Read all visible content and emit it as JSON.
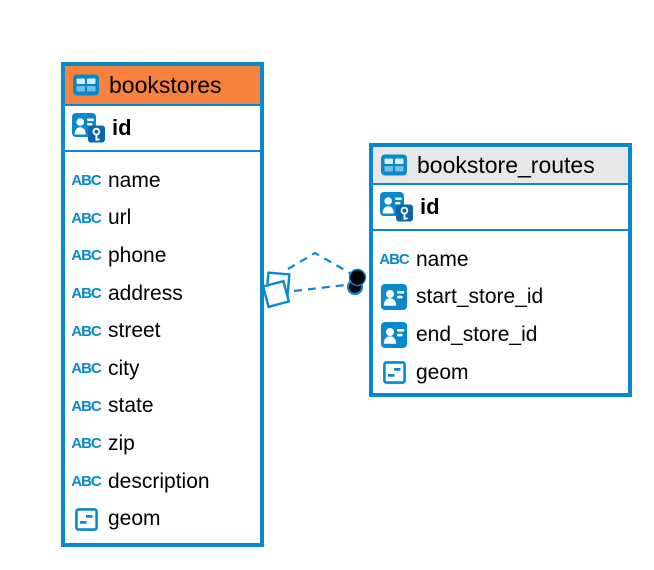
{
  "colors": {
    "blue": "#0989CD",
    "darkblue": "#0A66A8",
    "orange": "#F6823E",
    "gray": "#E7E7E7",
    "black": "#000000"
  },
  "icons": {
    "text_label": "ABC"
  },
  "tables": [
    {
      "title": "bookstores",
      "header_color": "#F6823E",
      "columns": [
        {
          "name": "id",
          "icon": "person-key-icon"
        },
        {
          "name": "name",
          "icon": "text-icon"
        },
        {
          "name": "url",
          "icon": "text-icon"
        },
        {
          "name": "phone",
          "icon": "text-icon"
        },
        {
          "name": "address",
          "icon": "text-icon"
        },
        {
          "name": "street",
          "icon": "text-icon"
        },
        {
          "name": "city",
          "icon": "text-icon"
        },
        {
          "name": "state",
          "icon": "text-icon"
        },
        {
          "name": "zip",
          "icon": "text-icon"
        },
        {
          "name": "description",
          "icon": "text-icon"
        },
        {
          "name": "geom",
          "icon": "geometry-icon"
        }
      ]
    },
    {
      "title": "bookstore_routes",
      "header_color": "#E7E7E7",
      "columns": [
        {
          "name": "id",
          "icon": "person-key-icon"
        },
        {
          "name": "name",
          "icon": "text-icon"
        },
        {
          "name": "start_store_id",
          "icon": "person-icon"
        },
        {
          "name": "end_store_id",
          "icon": "person-icon"
        },
        {
          "name": "geom",
          "icon": "geometry-icon"
        }
      ]
    }
  ],
  "relationships": [
    {
      "from": "bookstore_routes.start_store_id",
      "to": "bookstores.id",
      "line_style": "dashed"
    },
    {
      "from": "bookstore_routes.end_store_id",
      "to": "bookstores.id",
      "line_style": "dashed"
    }
  ]
}
